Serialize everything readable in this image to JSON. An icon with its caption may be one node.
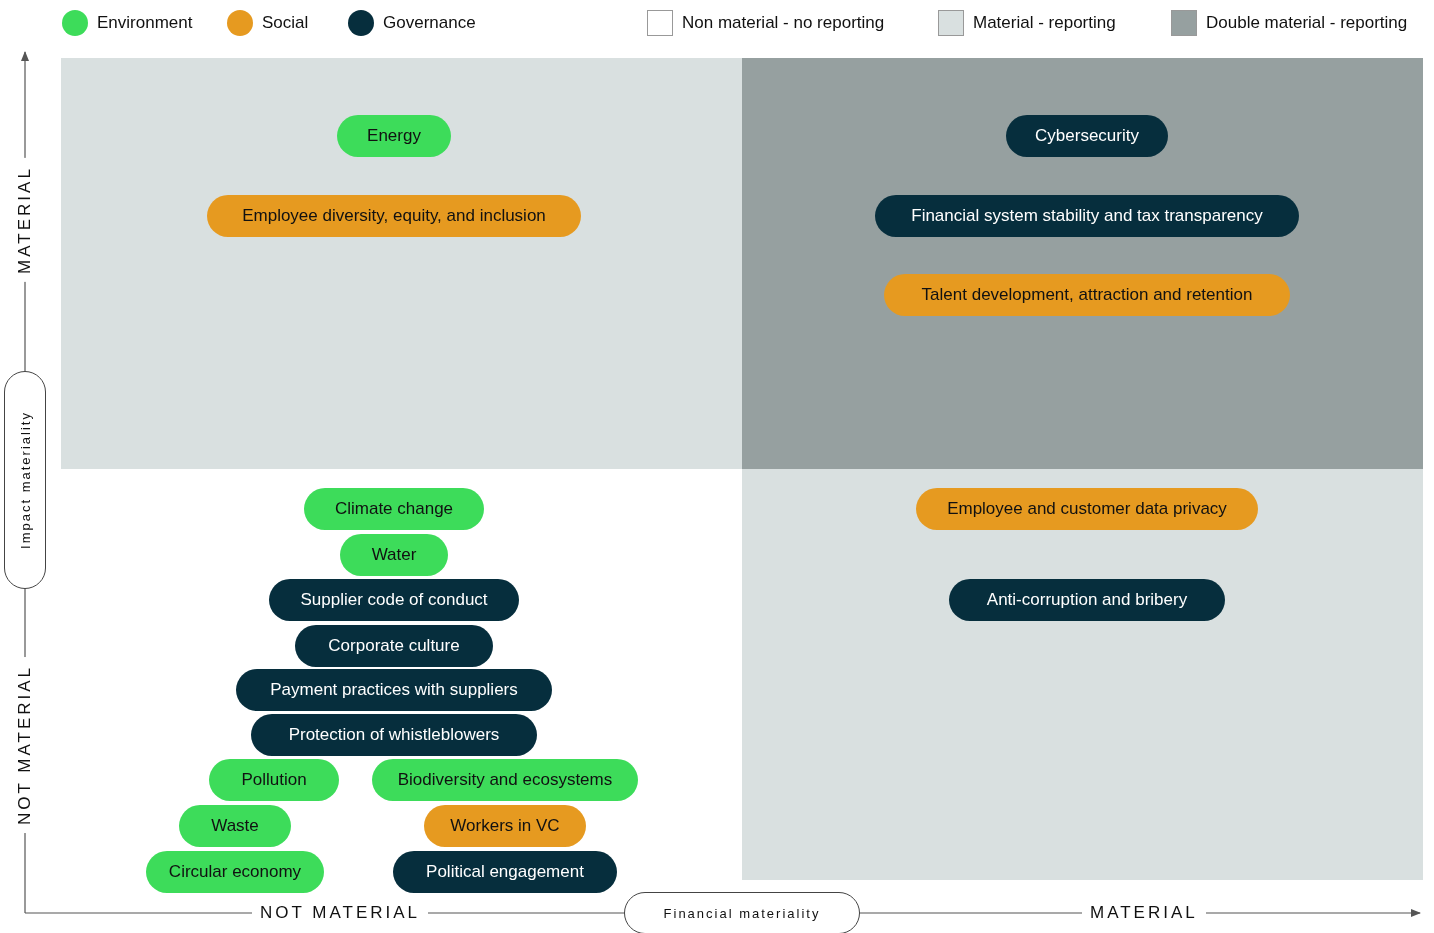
{
  "diagram": {
    "nodes": [
      {
        "text": [],
        "shape": "box"
      },
      {
        "text": [],
        "shape": "box"
      },
      {
        "text": [],
        "shape": "box"
      },
      {
        "text": [
          "Energy"
        ],
        "in": 0
      },
      {
        "text": [
          "Employee diversity, equity, and inclusion"
        ],
        "in": 0
      },
      {
        "text": [
          "Cybersecurity"
        ],
        "in": 1
      },
      {
        "text": [
          "Financial system stability and tax transparency"
        ],
        "in": 1
      },
      {
        "text": [
          "Talent development, attraction and retention"
        ],
        "in": 1
      },
      {
        "text": [
          "Employee and customer data privacy"
        ],
        "in": 2
      },
      {
        "text": [
          "Anti-corruption and bribery"
        ],
        "in": 2
      },
      {
        "text": [
          "Climate change"
        ]
      },
      {
        "text": [
          "Water"
        ]
      },
      {
        "text": [
          "Supplier code of conduct"
        ]
      },
      {
        "text": [
          "Corporate culture"
        ]
      },
      {
        "text": [
          "Payment practices with suppliers"
        ]
      },
      {
        "text": [
          "Protection of whistleblowers"
        ]
      },
      {
        "text": [
          "Pollution"
        ]
      },
      {
        "text": [
          "Biodiversity and ecosystems"
        ]
      },
      {
        "text": [
          "Waste"
        ]
      },
      {
        "text": [
          "Workers in VC"
        ]
      },
      {
        "text": [
          "Circular economy"
        ]
      },
      {
        "text": [
          "Political engagement"
        ]
      },
      {
        "text": [
          "Impact materiality"
        ]
      },
      {
        "text": [
          "Financial materiality"
        ]
      }
    ],
    "edges": [],
    "labels": [
      "MATERIAL",
      "NOT MATERIAL",
      "NOT MATERIAL",
      "MATERIAL"
    ],
    "legend": [
      {
        "text": "Environment",
        "color": "#3ddc5a"
      },
      {
        "text": "Social",
        "color": "#e69a20"
      },
      {
        "text": "Governance",
        "color": "#062e3d"
      },
      {
        "text": "Non material - no reporting",
        "color": "#ffffff"
      },
      {
        "text": "Material - reporting",
        "color": "#d9e0e0"
      },
      {
        "text": "Double material - reporting",
        "color": "#96a0a0"
      }
    ]
  }
}
